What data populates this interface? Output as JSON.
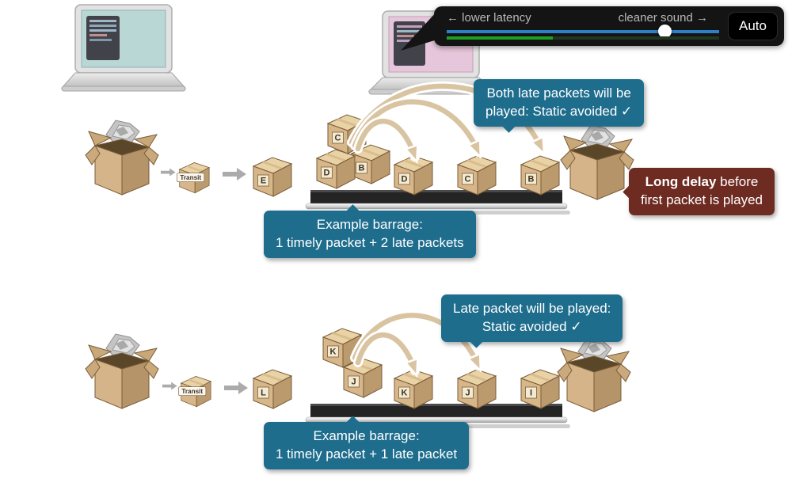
{
  "control_panel": {
    "left_label": "← lower latency",
    "right_label": "cleaner sound →",
    "auto_label": "Auto"
  },
  "rows": [
    {
      "transit_label": "Transit",
      "incoming_letter": "E",
      "cluster_letters": {
        "top": "C",
        "left": "D",
        "right": "B"
      },
      "belt_letters": [
        "D",
        "C",
        "B"
      ],
      "callout_played": {
        "line1": "Both late packets will be",
        "line2": "played: Static avoided ✓"
      },
      "callout_barrage": {
        "line1": "Example barrage:",
        "line2": "1 timely packet + 2 late packets"
      },
      "callout_delay": {
        "bold": "Long delay",
        "rest": " before",
        "line2": "first packet is played"
      }
    },
    {
      "transit_label": "Transit",
      "incoming_letter": "L",
      "cluster_letters": {
        "top": "K",
        "right": "J"
      },
      "belt_letters": [
        "K",
        "J",
        "I"
      ],
      "callout_played": {
        "line1": "Late packet will be played:",
        "line2": "Static avoided ✓"
      },
      "callout_barrage": {
        "line1": "Example barrage:",
        "line2": "1 timely packet + 1 late packet"
      }
    }
  ]
}
